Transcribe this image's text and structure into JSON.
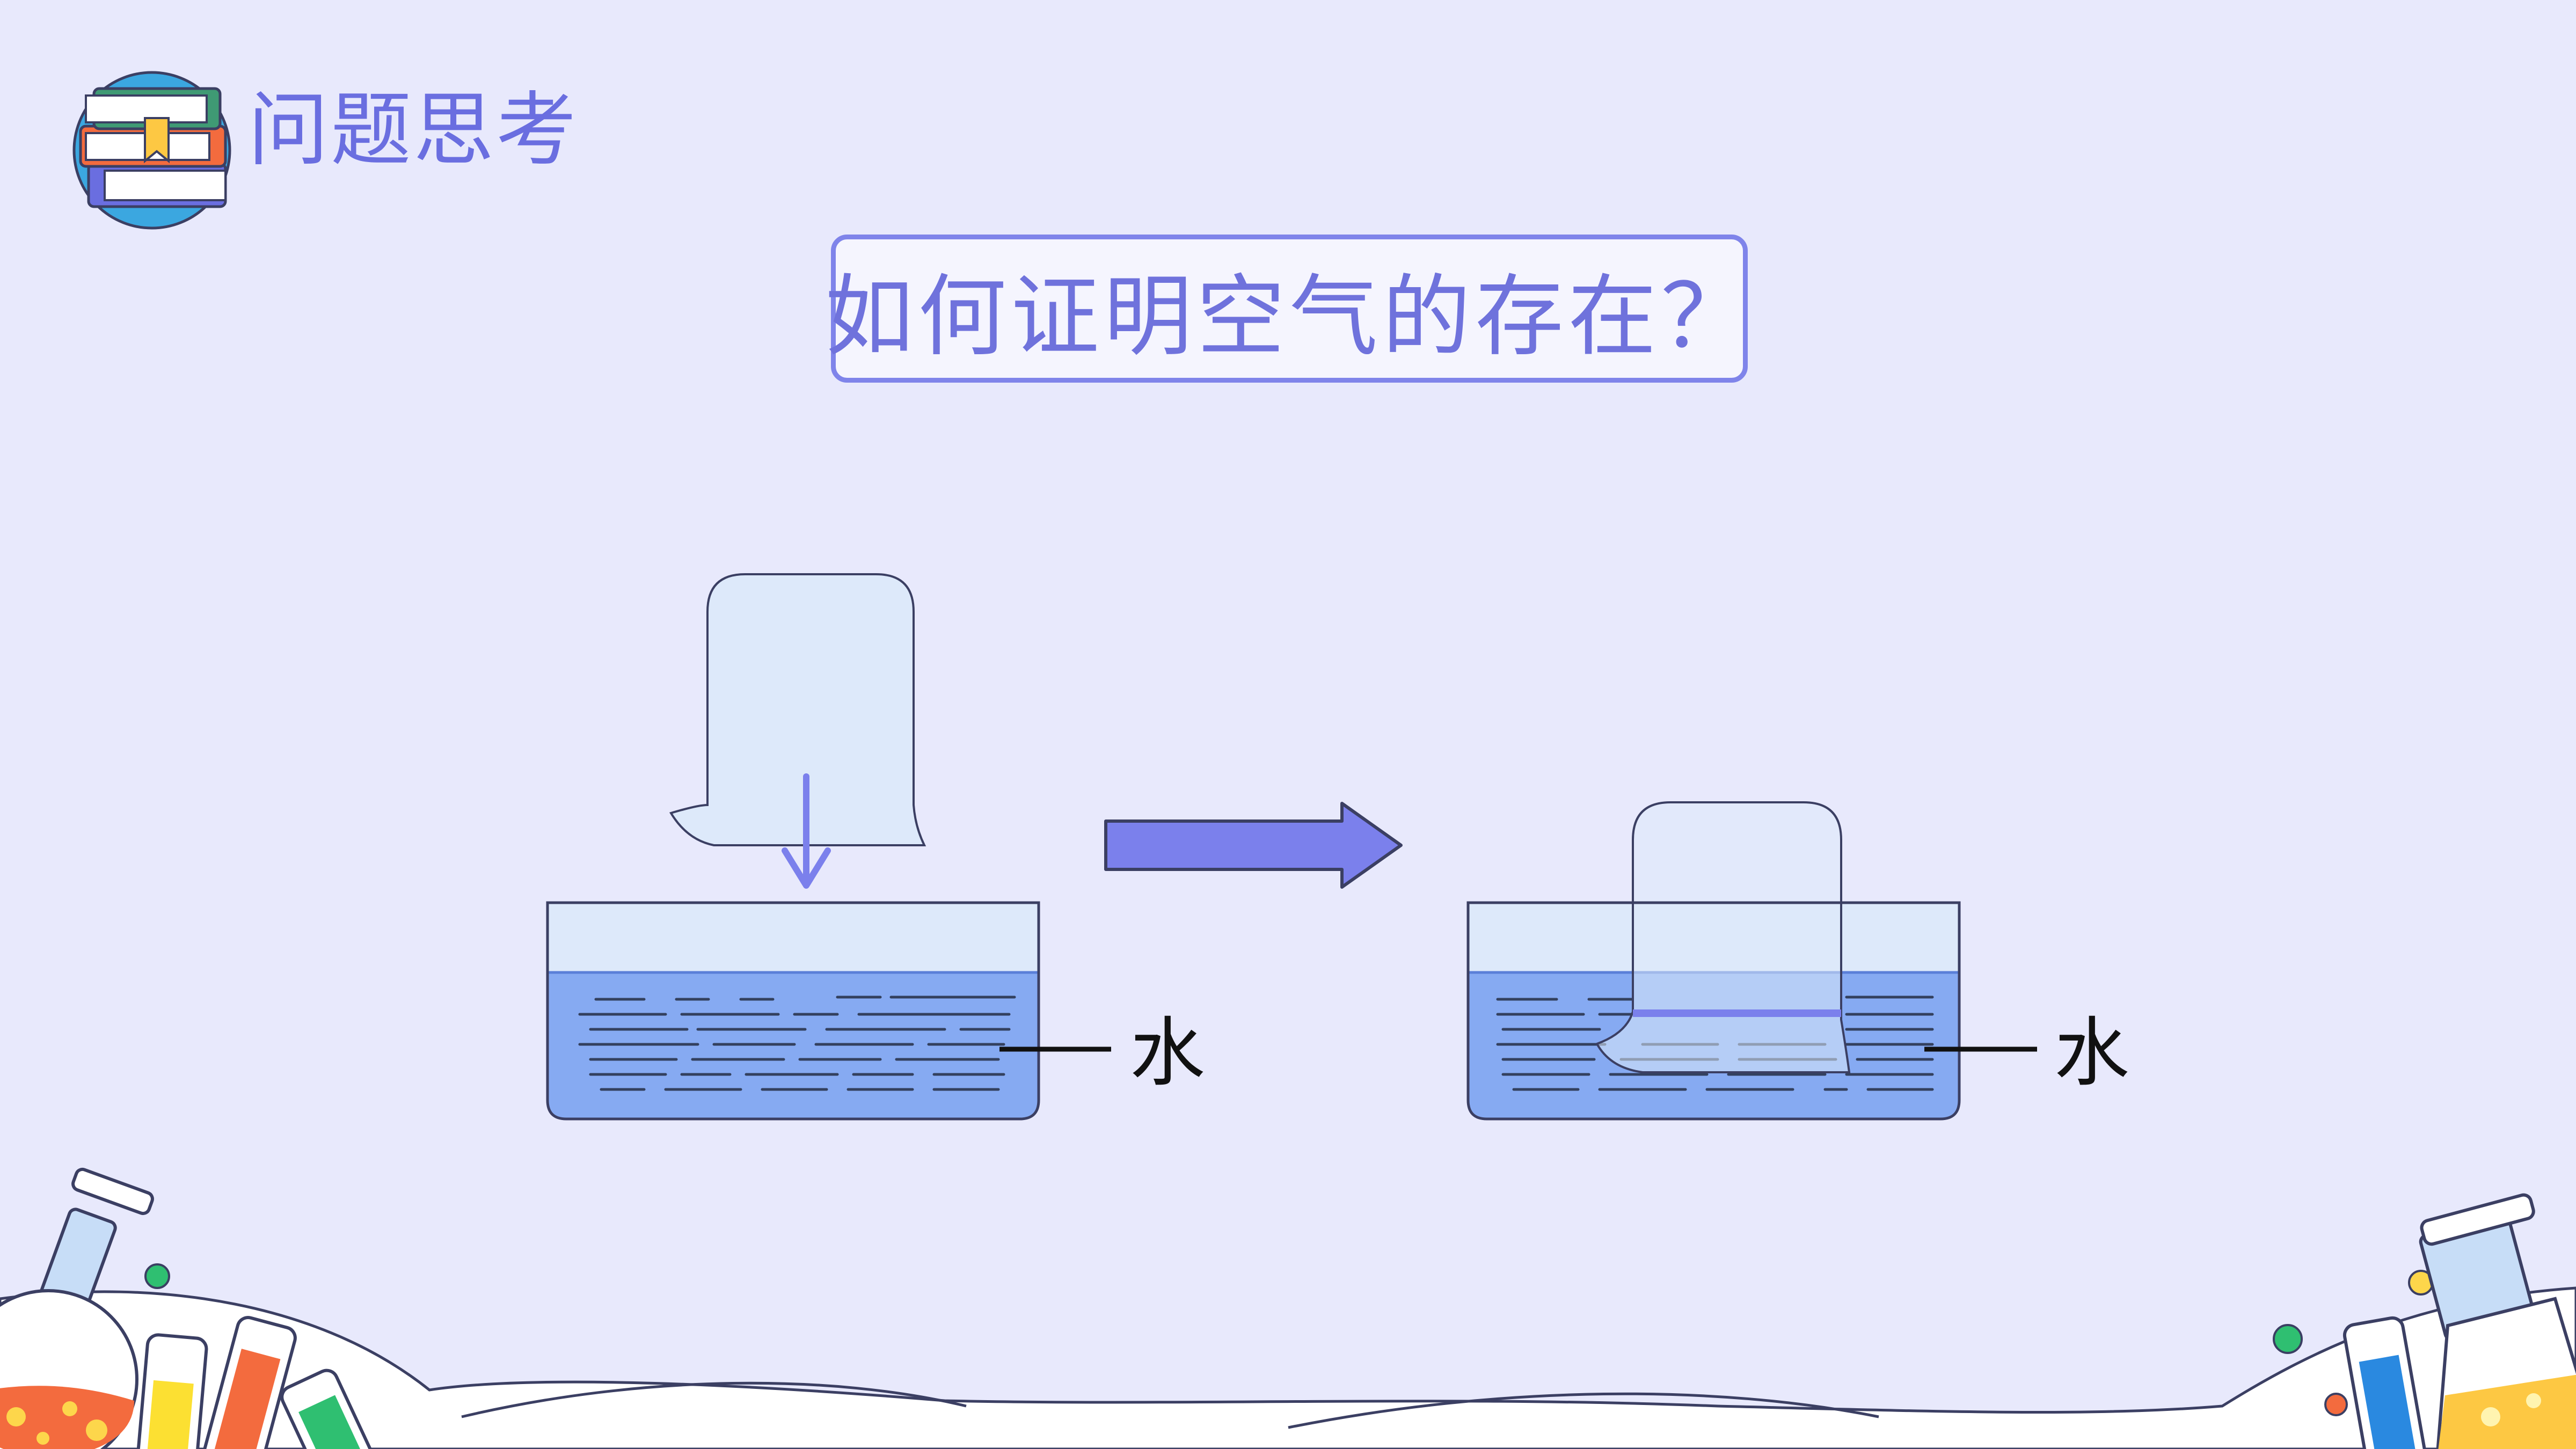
{
  "header": {
    "title": "问题思考",
    "icon": "books-stack-icon"
  },
  "question": {
    "text": "如何证明空气的存在？"
  },
  "diagram": {
    "before": {
      "label": "水"
    },
    "after": {
      "label": "水"
    },
    "transition": "right-arrow-icon"
  },
  "colors": {
    "background": "#e8e9fc",
    "accent": "#7b80ec",
    "water": "#86aaf2",
    "glass": "#e0ecfa",
    "title": "#6a6ee0"
  }
}
